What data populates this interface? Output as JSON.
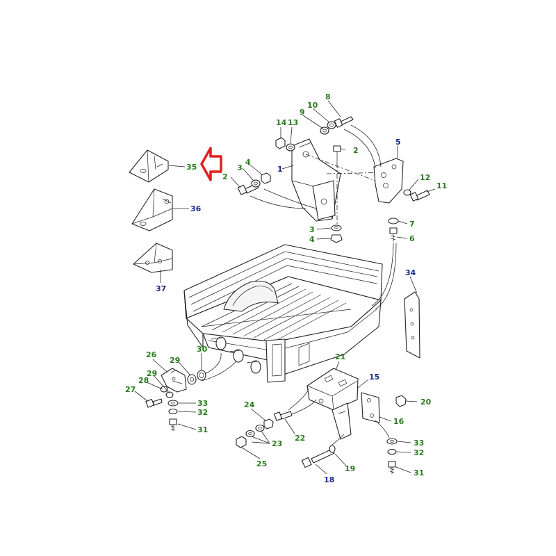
{
  "diagram": {
    "colors": {
      "callout_green": "#2a7a1e",
      "callout_blue": "#1a2a8c",
      "highlight_arrow": "#e02020"
    },
    "callouts": [
      {
        "id": "c1",
        "text": "1",
        "color": "blue"
      },
      {
        "id": "c2a",
        "text": "2",
        "color": "green"
      },
      {
        "id": "c2b",
        "text": "2",
        "color": "green"
      },
      {
        "id": "c3a",
        "text": "3",
        "color": "green"
      },
      {
        "id": "c3b",
        "text": "3",
        "color": "green"
      },
      {
        "id": "c4a",
        "text": "4",
        "color": "green"
      },
      {
        "id": "c4b",
        "text": "4",
        "color": "green"
      },
      {
        "id": "c5",
        "text": "5",
        "color": "blue"
      },
      {
        "id": "c6",
        "text": "6",
        "color": "green"
      },
      {
        "id": "c7",
        "text": "7",
        "color": "green"
      },
      {
        "id": "c8",
        "text": "8",
        "color": "green"
      },
      {
        "id": "c9",
        "text": "9",
        "color": "green"
      },
      {
        "id": "c10",
        "text": "10",
        "color": "green"
      },
      {
        "id": "c11",
        "text": "11",
        "color": "green"
      },
      {
        "id": "c12",
        "text": "12",
        "color": "green"
      },
      {
        "id": "c13",
        "text": "13",
        "color": "green"
      },
      {
        "id": "c14",
        "text": "14",
        "color": "green"
      },
      {
        "id": "c15",
        "text": "15",
        "color": "blue"
      },
      {
        "id": "c16",
        "text": "16",
        "color": "green"
      },
      {
        "id": "c18",
        "text": "18",
        "color": "blue"
      },
      {
        "id": "c19",
        "text": "19",
        "color": "green"
      },
      {
        "id": "c20",
        "text": "20",
        "color": "green"
      },
      {
        "id": "c21",
        "text": "21",
        "color": "green"
      },
      {
        "id": "c22",
        "text": "22",
        "color": "green"
      },
      {
        "id": "c23",
        "text": "23",
        "color": "green"
      },
      {
        "id": "c24",
        "text": "24",
        "color": "green"
      },
      {
        "id": "c25",
        "text": "25",
        "color": "green"
      },
      {
        "id": "c26",
        "text": "26",
        "color": "green"
      },
      {
        "id": "c27",
        "text": "27",
        "color": "green"
      },
      {
        "id": "c28",
        "text": "28",
        "color": "green"
      },
      {
        "id": "c29a",
        "text": "29",
        "color": "green"
      },
      {
        "id": "c29b",
        "text": "29",
        "color": "green"
      },
      {
        "id": "c30",
        "text": "30",
        "color": "green"
      },
      {
        "id": "c31a",
        "text": "31",
        "color": "green"
      },
      {
        "id": "c31b",
        "text": "31",
        "color": "green"
      },
      {
        "id": "c32a",
        "text": "32",
        "color": "green"
      },
      {
        "id": "c32b",
        "text": "32",
        "color": "green"
      },
      {
        "id": "c33a",
        "text": "33",
        "color": "green"
      },
      {
        "id": "c33b",
        "text": "33",
        "color": "green"
      },
      {
        "id": "c34",
        "text": "34",
        "color": "blue"
      },
      {
        "id": "c35",
        "text": "35",
        "color": "green"
      },
      {
        "id": "c36",
        "text": "36",
        "color": "blue"
      },
      {
        "id": "c37",
        "text": "37",
        "color": "blue"
      }
    ]
  }
}
